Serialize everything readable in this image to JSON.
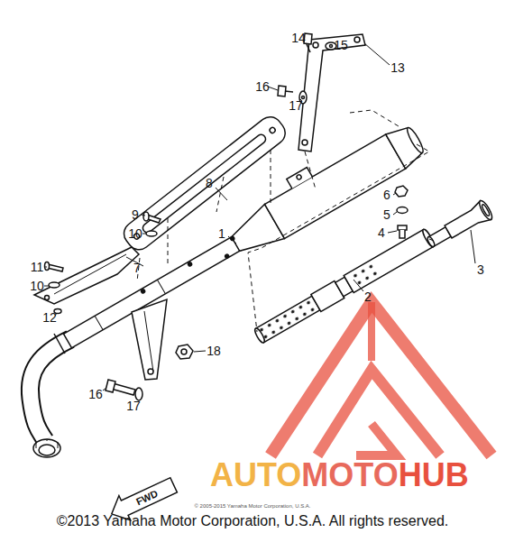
{
  "diagram": {
    "caption": "©2013 Yamaha Motor Corporation, U.S.A. All rights reserved.",
    "labels": [
      "14",
      "15",
      "13",
      "16",
      "17",
      "8",
      "9",
      "10",
      "6",
      "5",
      "4",
      "3",
      "1",
      "7",
      "11",
      "10",
      "12",
      "2",
      "18",
      "16",
      "17",
      "FWD",
      "AUTO",
      "MOTO",
      "HUB",
      "© 2005-2015 Yamaha Motor Corporation, U.S.A."
    ]
  }
}
